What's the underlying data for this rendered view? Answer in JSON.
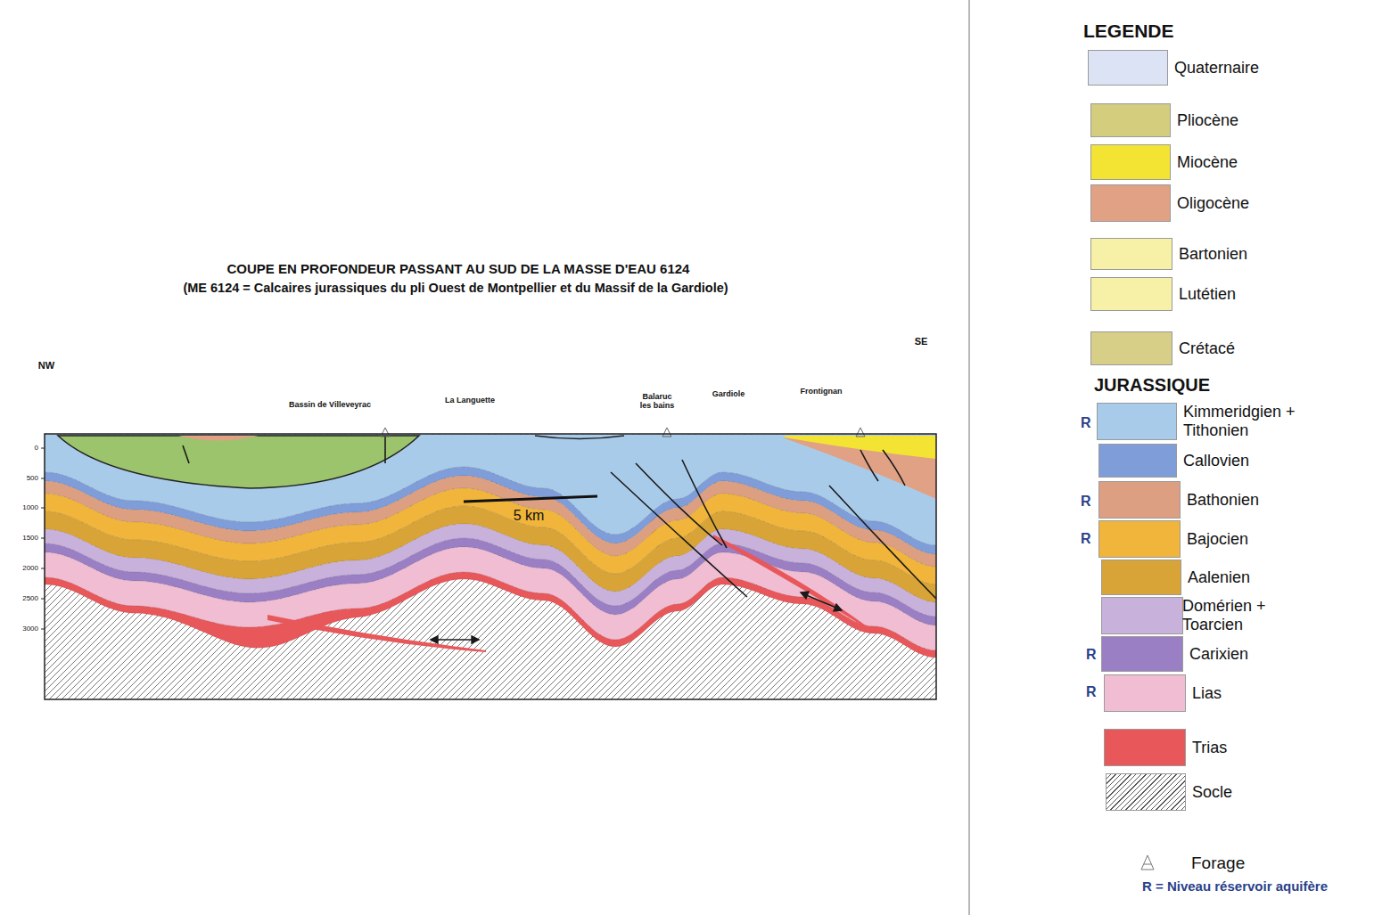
{
  "diagram": {
    "title": "COUPE EN PROFONDEUR PASSANT AU SUD DE LA MASSE D'EAU 6124",
    "labels": [
      "(ME 6124 = Calcaires jurassiques du pli Ouest de Montpellier et du Massif de la Gardiole)",
      "NW",
      "SE",
      "Bassin de Villeveyrac",
      "La Languette",
      "Balaruc les bains",
      "Gardiole",
      "Frontignan",
      "5 km",
      "0",
      "500",
      "1000",
      "1500",
      "2000",
      "2500",
      "3000",
      "LEGENDE",
      "JURASSIQUE",
      "R",
      "R",
      "R",
      "R",
      "R",
      "R = Niveau réservoir aquifère"
    ],
    "legend": [
      {
        "text": "Quaternaire",
        "color": "#dce3f4"
      },
      {
        "text": "Pliocène",
        "color": "#d5cd7e"
      },
      {
        "text": "Miocène",
        "color": "#f3e433"
      },
      {
        "text": "Oligocène",
        "color": "#e0a184"
      },
      {
        "text": "Bartonien",
        "color": "#f6f1a6"
      },
      {
        "text": "Lutétien",
        "color": "#f6f1a6"
      },
      {
        "text": "Crétacé",
        "color": "#d7cf88"
      },
      {
        "text": "Kimmeridgien + Tithonien",
        "color": "#a9cbea"
      },
      {
        "text": "Callovien",
        "color": "#7f9dd9"
      },
      {
        "text": "Bathonien",
        "color": "#dc9f82"
      },
      {
        "text": "Bajocien",
        "color": "#f0b53a"
      },
      {
        "text": "Aalenien",
        "color": "#d9a437"
      },
      {
        "text": "Domérien + Toarcien",
        "color": "#c8b2dc"
      },
      {
        "text": "Carixien",
        "color": "#9a7fc4"
      },
      {
        "text": "Lias",
        "color": "#f0bdd2"
      },
      {
        "text": "Trias",
        "color": "#e8575a"
      },
      {
        "text": "Socle"
      },
      {
        "text": "Forage"
      }
    ]
  }
}
